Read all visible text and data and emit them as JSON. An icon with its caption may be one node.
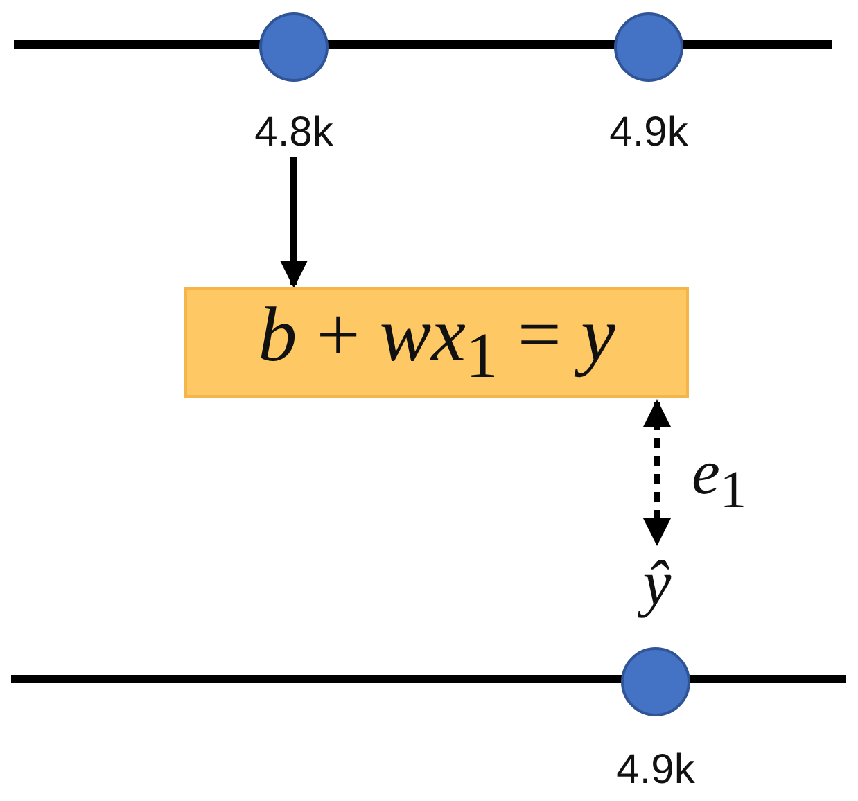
{
  "diagram": {
    "nodes": [
      {
        "text": [
          "4.8k"
        ]
      },
      {
        "text": [
          "4.9k"
        ]
      },
      {
        "text": [
          "*b* + *wx*$_{1}$ = *y*"
        ]
      },
      {
        "text": [
          "*ŷ*"
        ]
      },
      {
        "text": [
          "4.9k"
        ]
      }
    ],
    "edges": [
      {
        "from": 0,
        "to": 2,
        "arrow": "to"
      },
      {
        "from": 2,
        "to": 3,
        "arrow": "both",
        "style": "dashed",
        "label": "*e*$_{1}$"
      }
    ]
  }
}
